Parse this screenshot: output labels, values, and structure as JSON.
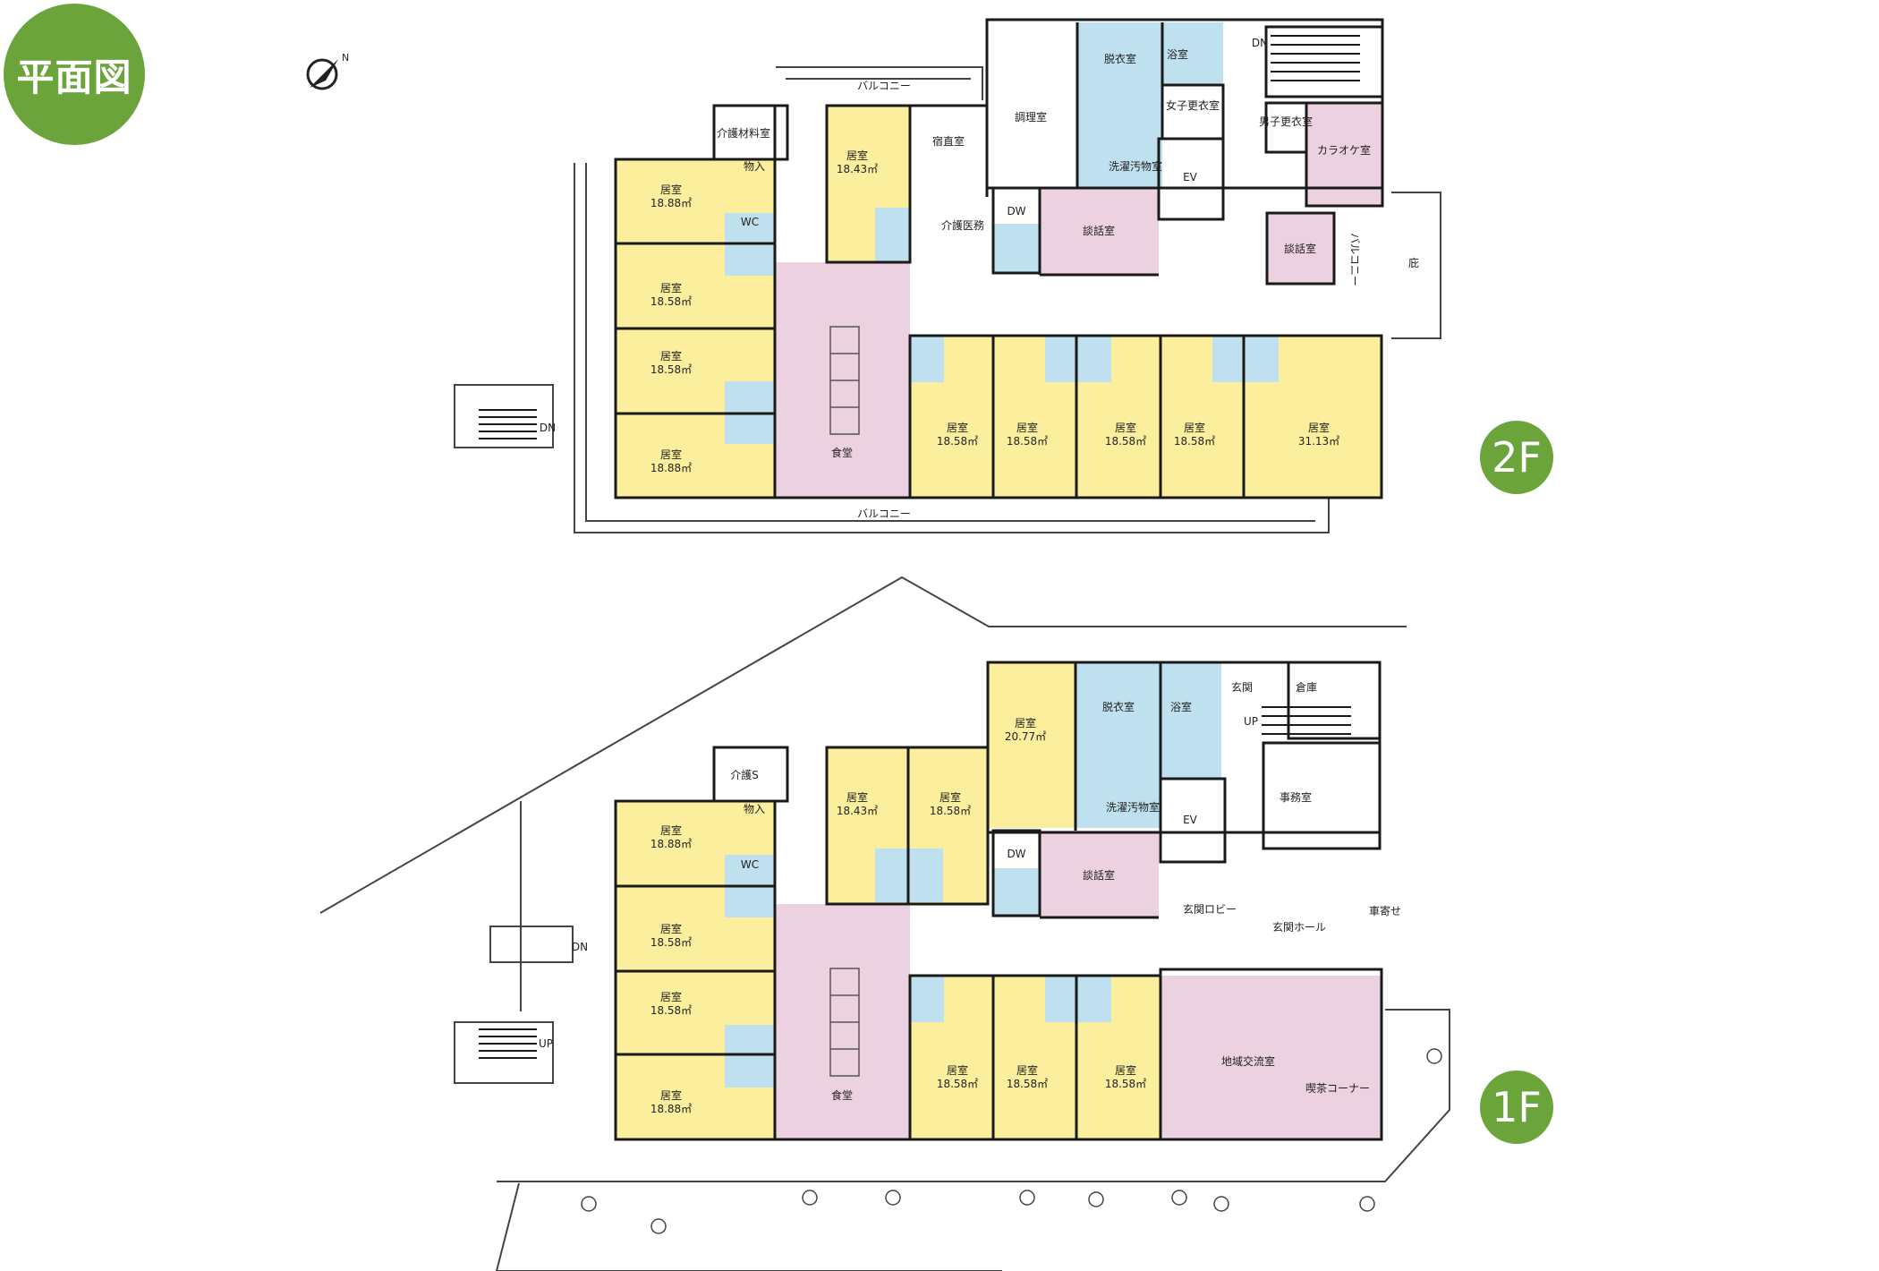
{
  "title": "平面図",
  "colors": {
    "accent": "#6aa43a",
    "room": "#fbef9d",
    "service": "#bfe0ee",
    "common": "#ecd1e0",
    "wall": "#1a1a1a"
  },
  "floors": {
    "f2": {
      "badge": "2F",
      "rooms": {
        "r1": {
          "name": "居室",
          "area": "18.88㎡"
        },
        "r2": {
          "name": "居室",
          "area": "18.58㎡"
        },
        "r3": {
          "name": "居室",
          "area": "18.58㎡"
        },
        "r4": {
          "name": "居室",
          "area": "18.88㎡"
        },
        "r5": {
          "name": "居室",
          "area": "18.43㎡"
        },
        "r6": {
          "name": "居室",
          "area": "18.58㎡"
        },
        "r7": {
          "name": "居室",
          "area": "18.58㎡"
        },
        "r8": {
          "name": "居室",
          "area": "18.58㎡"
        },
        "r9": {
          "name": "居室",
          "area": "18.58㎡"
        },
        "r10": {
          "name": "居室",
          "area": "31.13㎡"
        }
      },
      "labels": {
        "balcony_top": "バルコニー",
        "balcony_bottom": "バルコニー",
        "balcony_side": "バルコニー",
        "care_material": "介護材料室",
        "night_duty": "宿直室",
        "care_office": "介護医務",
        "kitchen": "調理室",
        "changing": "脱衣室",
        "bath": "浴室",
        "women_locker": "女子更衣室",
        "men_locker": "男子更衣室",
        "laundry": "洗濯汚物室",
        "karaoke": "カラオケ室",
        "lounge1": "談話室",
        "lounge2": "談話室",
        "dining": "食堂",
        "ev": "EV",
        "dw": "DW",
        "garden": "庇",
        "stair_dn": "DN",
        "stair_dn2": "DN",
        "wc": "WC",
        "storage": "物入"
      }
    },
    "f1": {
      "badge": "1F",
      "rooms": {
        "r1": {
          "name": "居室",
          "area": "18.88㎡"
        },
        "r2": {
          "name": "居室",
          "area": "18.58㎡"
        },
        "r3": {
          "name": "居室",
          "area": "18.58㎡"
        },
        "r4": {
          "name": "居室",
          "area": "18.88㎡"
        },
        "r5": {
          "name": "居室",
          "area": "18.43㎡"
        },
        "r6": {
          "name": "居室",
          "area": "18.58㎡"
        },
        "r7": {
          "name": "居室",
          "area": "20.77㎡"
        },
        "r8": {
          "name": "居室",
          "area": "18.58㎡"
        },
        "r9": {
          "name": "居室",
          "area": "18.58㎡"
        },
        "r10": {
          "name": "居室",
          "area": "18.58㎡"
        }
      },
      "labels": {
        "care_s": "介護S",
        "changing": "脱衣室",
        "bath": "浴室",
        "laundry": "洗濯汚物室",
        "entrance": "玄関",
        "storehouse": "倉庫",
        "office": "事務室",
        "lounge": "談話室",
        "lobby": "玄関ロビー",
        "hall": "玄関ホール",
        "porch": "車寄せ",
        "community": "地域交流室",
        "cafe": "喫茶コーナー",
        "dining": "食堂",
        "ev": "EV",
        "dw": "DW",
        "stair_up": "UP",
        "stair_up2": "UP",
        "stair_dn": "DN",
        "wc": "WC",
        "storage": "物入"
      }
    }
  }
}
